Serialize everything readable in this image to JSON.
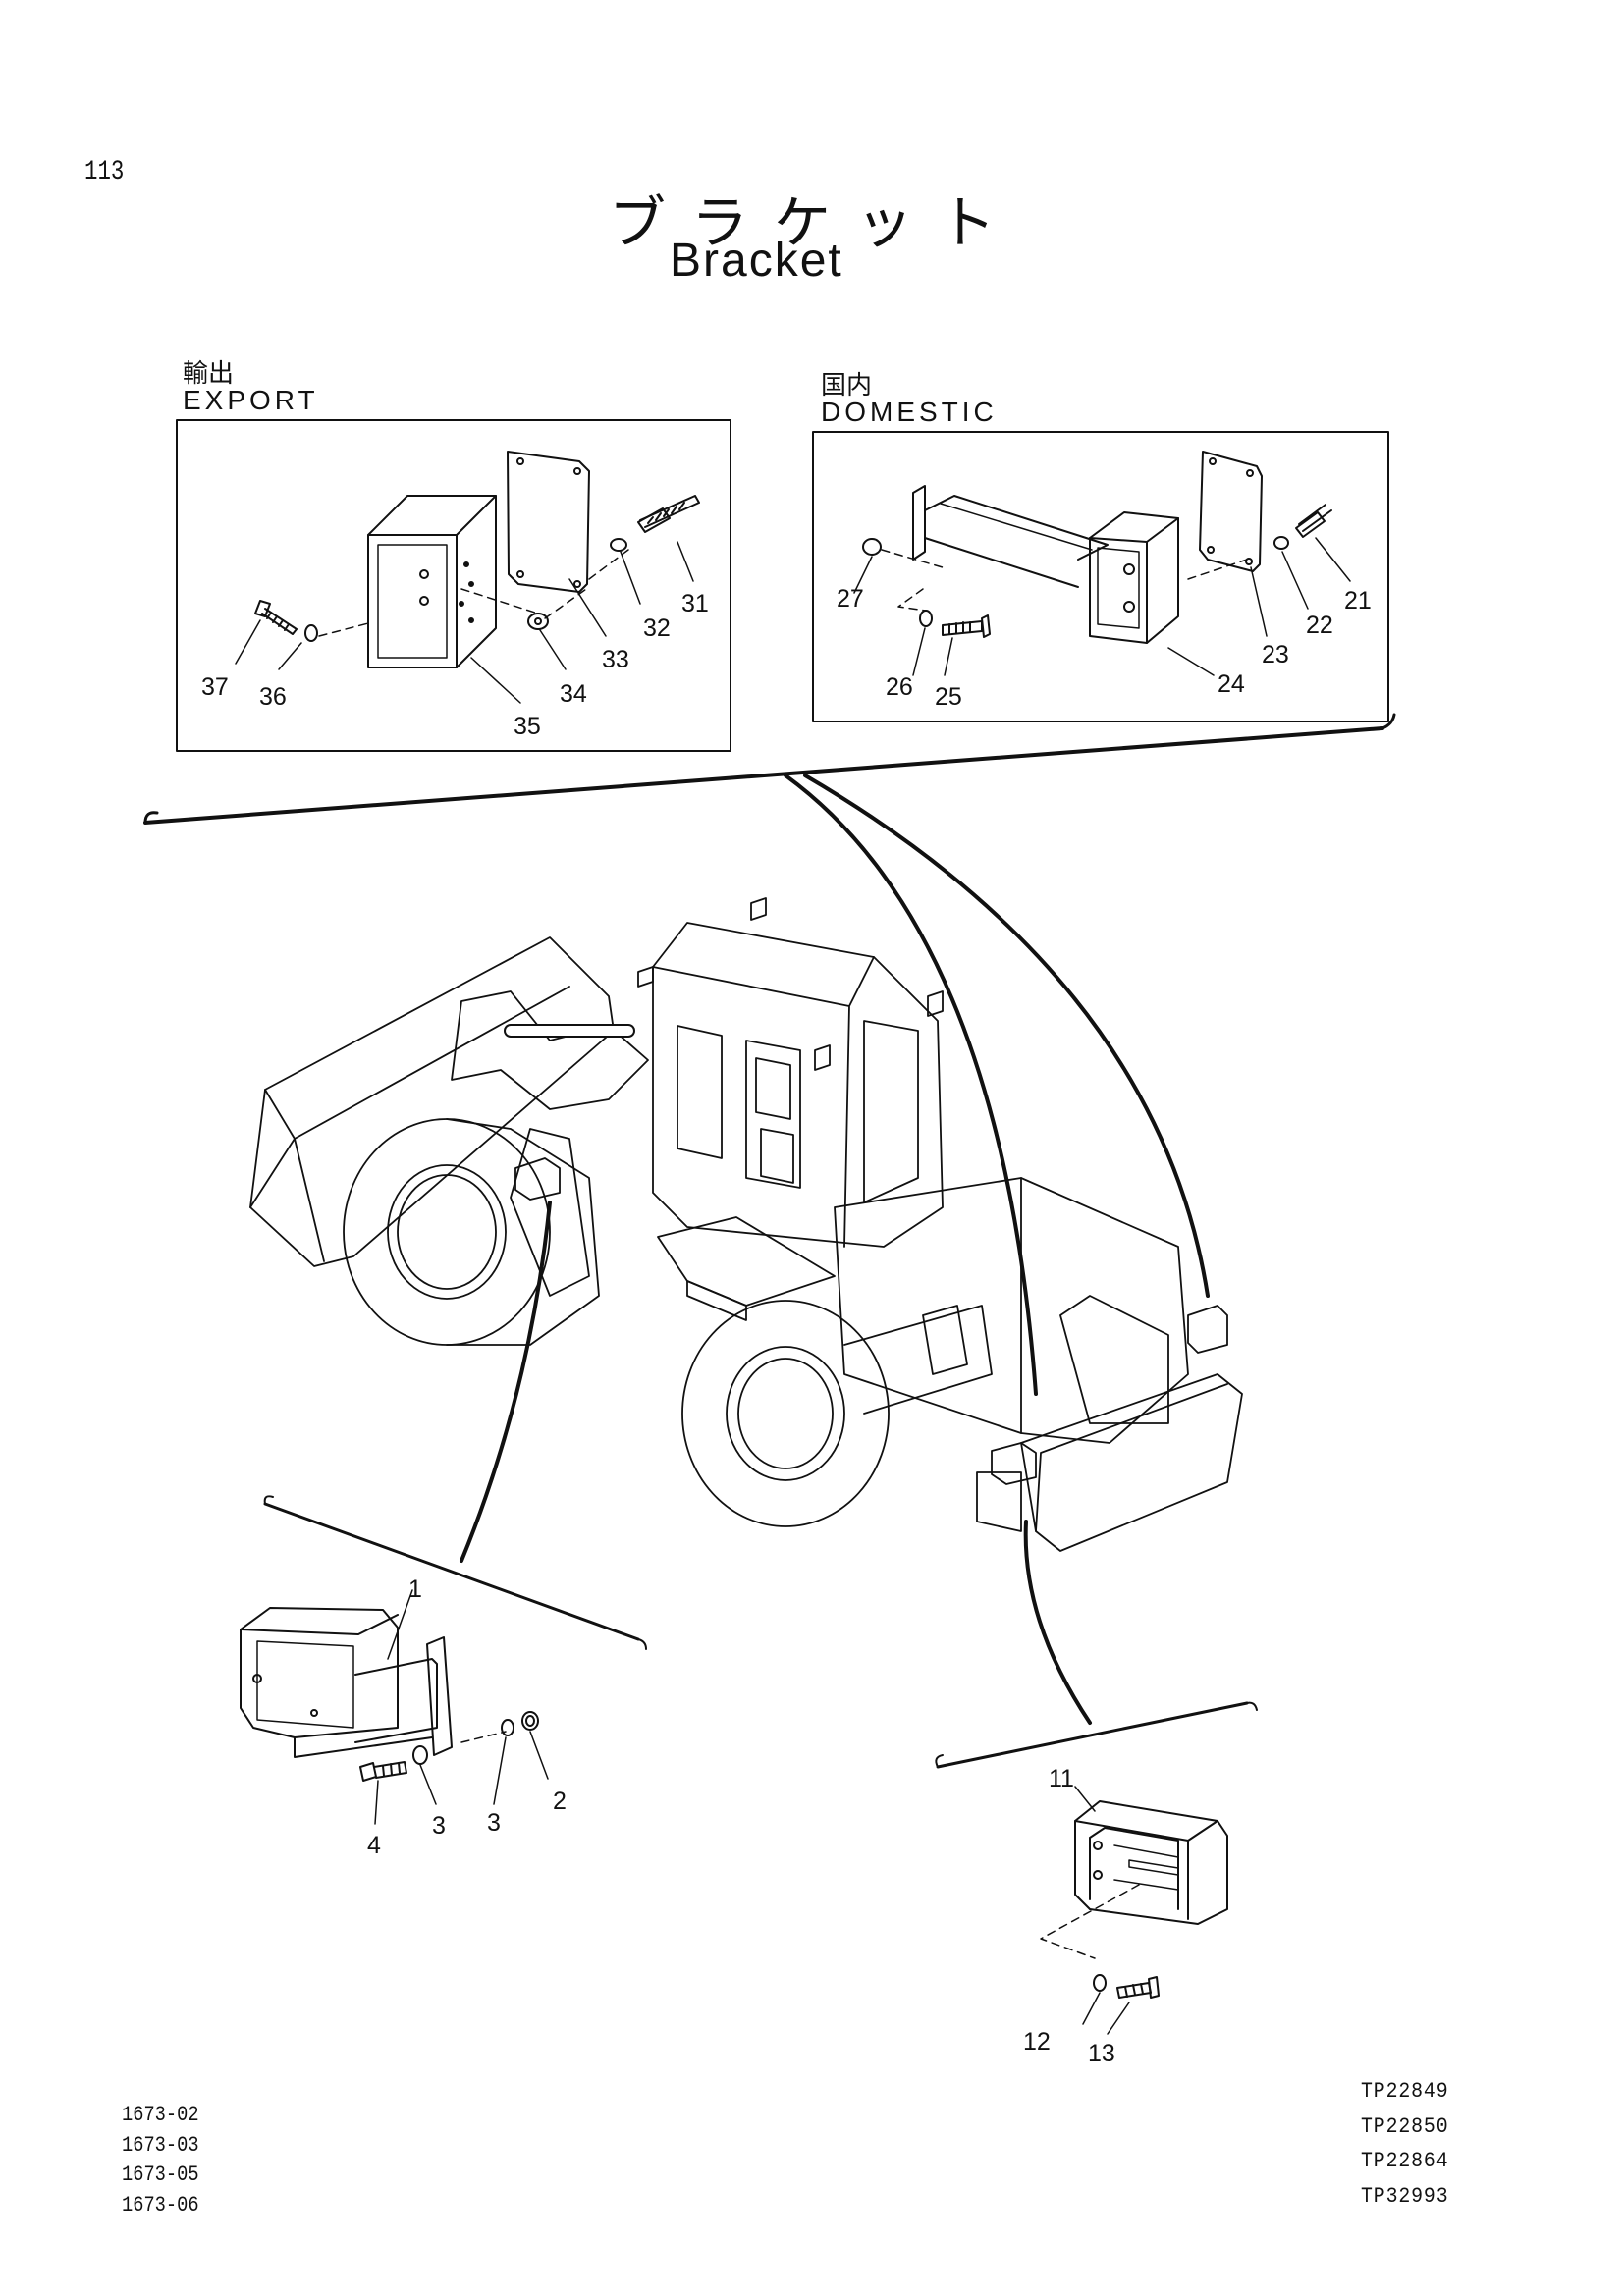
{
  "header": {
    "page_number": "113",
    "title_jp": "ブラケット",
    "title_en": "Bracket"
  },
  "sections": {
    "export": {
      "label_jp": "輸出",
      "label_en": "EXPORT"
    },
    "domestic": {
      "label_jp": "国内",
      "label_en": "DOMESTIC"
    }
  },
  "part_numbers": {
    "p1": "1",
    "p2": "2",
    "p3a": "3",
    "p3b": "3",
    "p4": "4",
    "p11": "11",
    "p12": "12",
    "p13": "13",
    "p21": "21",
    "p22": "22",
    "p23": "23",
    "p24": "24",
    "p25": "25",
    "p26": "26",
    "p27": "27",
    "p31": "31",
    "p32": "32",
    "p33": "33",
    "p34": "34",
    "p35": "35",
    "p36": "36",
    "p37": "37"
  },
  "footer": {
    "serial_codes": [
      "1673-02",
      "1673-03",
      "1673-05",
      "1673-06"
    ],
    "tp_codes": [
      "TP22849",
      "TP22850",
      "TP22864",
      "TP32993"
    ]
  }
}
